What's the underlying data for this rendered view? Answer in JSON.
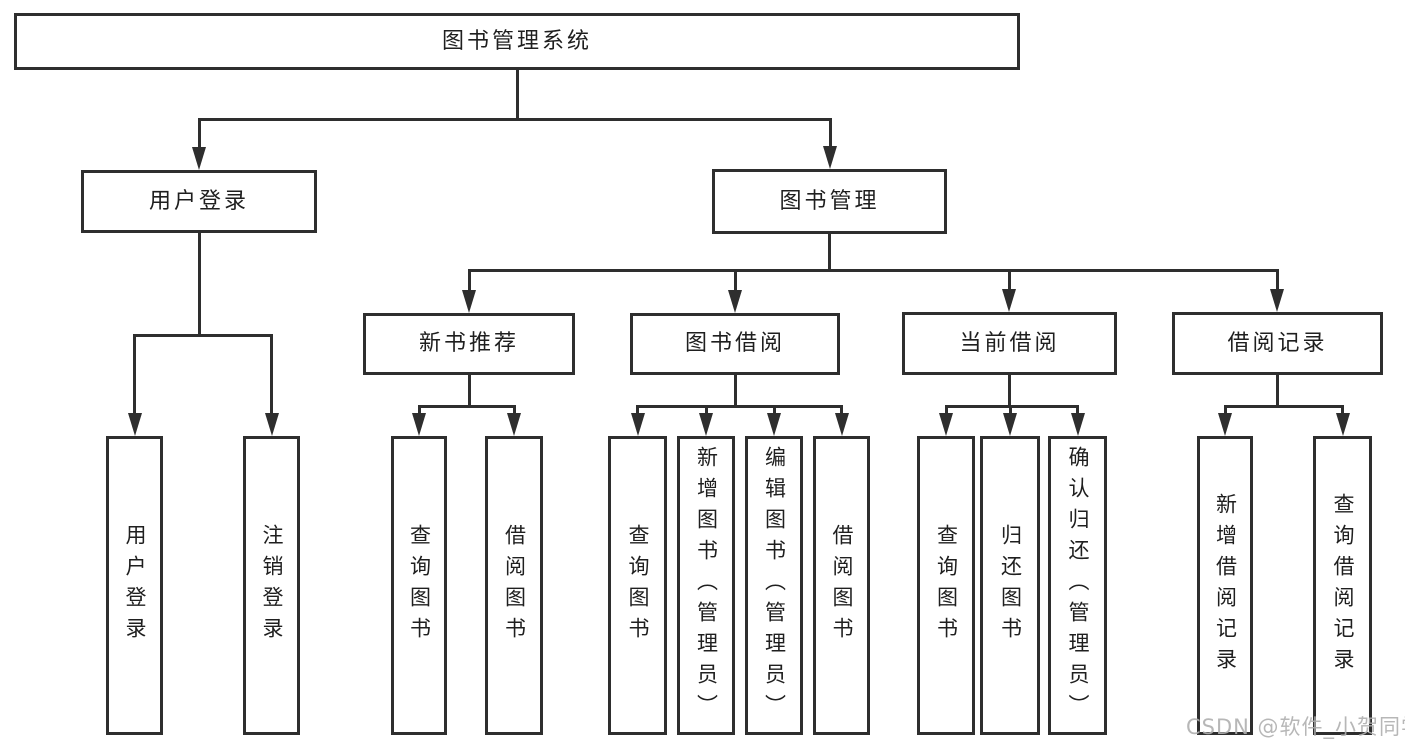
{
  "diagram_title": "图书管理系统",
  "nodes": {
    "root": {
      "label": "图书管理系统"
    },
    "level2": {
      "user_login": {
        "label": "用户登录"
      },
      "book_mgmt": {
        "label": "图书管理"
      }
    },
    "level3": {
      "new_books": {
        "label": "新书推荐"
      },
      "book_borrow": {
        "label": "图书借阅"
      },
      "current_borrow": {
        "label": "当前借阅"
      },
      "borrow_records": {
        "label": "借阅记录"
      }
    },
    "leaves": {
      "user_login": {
        "label": "用户登录"
      },
      "logout": {
        "label": "注销登录"
      },
      "nb_query": {
        "label": "查询图书"
      },
      "nb_borrow": {
        "label": "借阅图书"
      },
      "bb_query": {
        "label": "查询图书"
      },
      "bb_add": {
        "label": "新增图书（管理员）"
      },
      "bb_edit": {
        "label": "编辑图书（管理员）"
      },
      "bb_borrow": {
        "label": "借阅图书"
      },
      "cb_query": {
        "label": "查询图书"
      },
      "cb_return": {
        "label": "归还图书"
      },
      "cb_confirm": {
        "label": "确认归还（管理员）"
      },
      "br_add": {
        "label": "新增借阅记录"
      },
      "br_query": {
        "label": "查询借阅记录"
      }
    }
  },
  "hierarchy": [
    {
      "parent": "图书管理系统",
      "children": [
        "用户登录",
        "图书管理"
      ]
    },
    {
      "parent": "用户登录",
      "children": [
        "用户登录",
        "注销登录"
      ]
    },
    {
      "parent": "图书管理",
      "children": [
        "新书推荐",
        "图书借阅",
        "当前借阅",
        "借阅记录"
      ]
    },
    {
      "parent": "新书推荐",
      "children": [
        "查询图书",
        "借阅图书"
      ]
    },
    {
      "parent": "图书借阅",
      "children": [
        "查询图书",
        "新增图书（管理员）",
        "编辑图书（管理员）",
        "借阅图书"
      ]
    },
    {
      "parent": "当前借阅",
      "children": [
        "查询图书",
        "归还图书",
        "确认归还（管理员）"
      ]
    },
    {
      "parent": "借阅记录",
      "children": [
        "新增借阅记录",
        "查询借阅记录"
      ]
    }
  ],
  "watermark": {
    "text": "CSDN @软件_小贺同学"
  },
  "colors": {
    "line": "#2e2e2e",
    "box_border": "#2e2e2e",
    "text": "#1f1f1f",
    "watermark": "#b0b0b0",
    "background": "#ffffff"
  }
}
